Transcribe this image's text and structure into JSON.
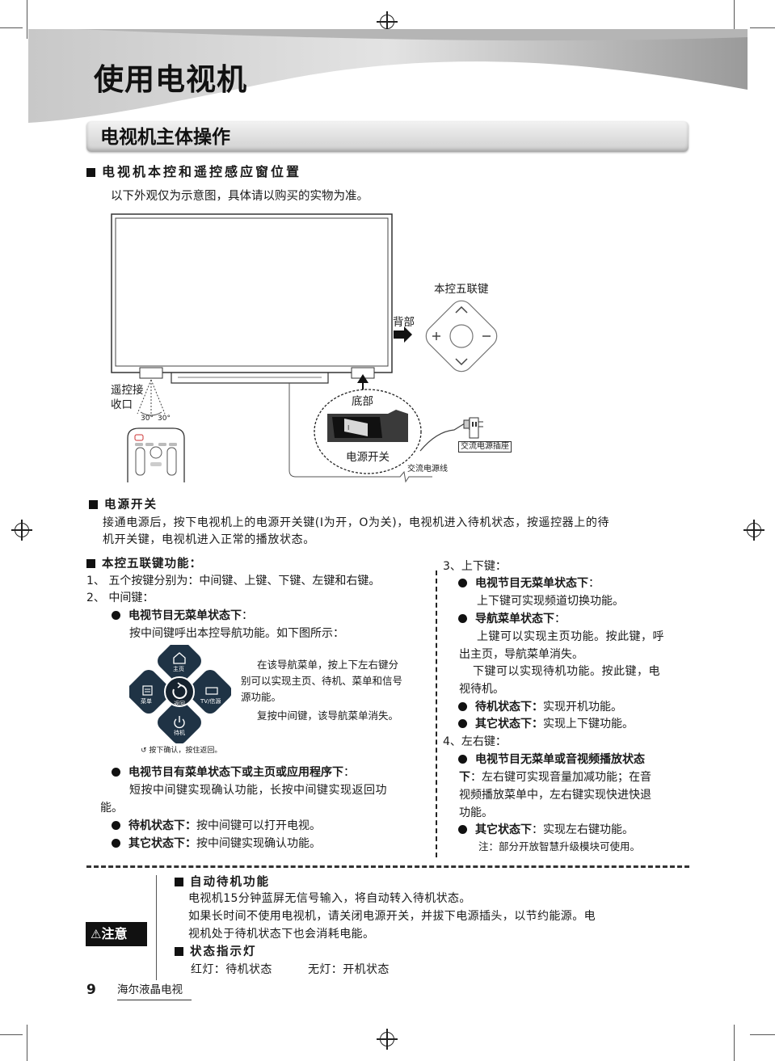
{
  "header": {
    "title": "使用电视机",
    "section_title": "电视机主体操作"
  },
  "intro": {
    "heading": "电视机本控和遥控感应窗位置",
    "note": "以下外观仅为示意图，具体请以购买的实物为准。"
  },
  "diagram": {
    "label_keypad": "本控五联键",
    "label_back": "背部",
    "label_remote_window": "遥控接\n收口",
    "angle_left": "30°",
    "angle_right": "30°",
    "label_bottom": "底部",
    "label_power_switch": "电源开关",
    "label_ac_cord": "交流电源线",
    "label_ac_socket": "交流电源插座"
  },
  "power": {
    "heading": "电源开关",
    "body1": "接通电源后，按下电视机上的电源开关键(I为开，O为关)，电视机进入待机状态，按遥控器上的待",
    "body2": "机开关键，电视机进入正常的播放状态。"
  },
  "left_col": {
    "heading": "本控五联键功能：",
    "item1": "1、 五个按键分别为：中间键、上键、下键、左键和右键。",
    "item2": "2、 中间键：",
    "b1_title": "电视节目无菜单状态下",
    "b1_colon": "：",
    "b1_body": "按中间键呼出本控导航功能。如下图所示：",
    "nav_home": "主页",
    "nav_menu": "菜单",
    "nav_back": "返回",
    "nav_tv": "TV/信源",
    "nav_standby": "待机",
    "nav_caption": "按下确认，按住返回。",
    "nav_desc1": "在该导航菜单，按上下左右键分",
    "nav_desc2": "别可以实现主页、待机、菜单和信号",
    "nav_desc3": "源功能。",
    "nav_desc4": "复按中间键，该导航菜单消失。",
    "b2_title": "电视节目有菜单状态下或主页或应用程序下",
    "b2_colon": "：",
    "b2_body1": "短按中间键实现确认功能，长按中间键实现返回功",
    "b2_body2": "能。",
    "b3_title": "待机状态下：",
    "b3_body": "按中间键可以打开电视。",
    "b4_title": "其它状态下：",
    "b4_body": "按中间键实现确认功能。"
  },
  "right_col": {
    "item3": "3、上下键：",
    "r1_title": "电视节目无菜单状态下",
    "r1_colon": "：",
    "r1_body": "上下键可实现频道切换功能。",
    "r2_title": "导航菜单状态下",
    "r2_colon": "：",
    "r2_body1": "上键可以实现主页功能。按此键，呼",
    "r2_body2": "出主页，导航菜单消失。",
    "r2_body3": "下键可以实现待机功能。按此键，电",
    "r2_body4": "视待机。",
    "r3_title": "待机状态下：",
    "r3_body": "实现开机功能。",
    "r4_title": "其它状态下：",
    "r4_body": "实现上下键功能。",
    "item4": "4、左右键：",
    "r5_title": "电视节目无菜单或音视频播放状态",
    "r5_title2": "下",
    "r5_body1": "：左右键可实现音量加减功能；在音",
    "r5_body2": "视频播放菜单中，左右键实现快进快退",
    "r5_body3": "功能。",
    "r6_title": "其它状态下",
    "r6_body": "：实现左右键功能。",
    "note": "注：部分开放智慧升级模块可使用。"
  },
  "notice": {
    "badge": "注意",
    "h1": "自动待机功能",
    "p1": "电视机15分钟蓝屏无信号输入，将自动转入待机状态。",
    "p2": "如果长时间不使用电视机，请关闭电源开关，并拔下电源插头，以节约能源。电",
    "p3": "视机处于待机状态下也会消耗电能。",
    "h2": "状态指示灯",
    "p4a": "红灯：待机状态",
    "p4b": "无灯：开机状态"
  },
  "footer": {
    "page_number": "9",
    "brand": "海尔液晶电视"
  }
}
